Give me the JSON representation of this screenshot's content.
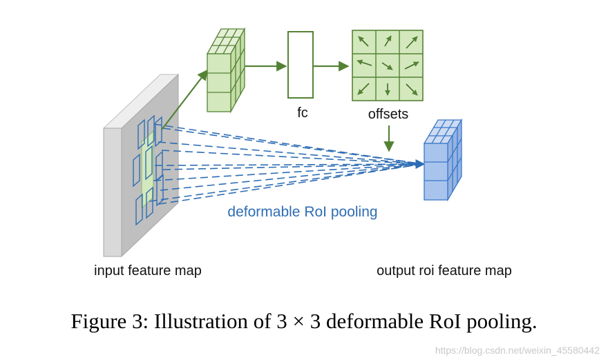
{
  "labels": {
    "fc": "fc",
    "offsets": "offsets",
    "pooling": "deformable RoI pooling",
    "input": "input feature map",
    "output": "output roi feature map"
  },
  "caption": "Figure 3: Illustration of 3 × 3 deformable RoI pooling.",
  "watermark": "https://blog.csdn.net/weixin_45580442",
  "colors": {
    "green_fill": "#d3e8bc",
    "green_stroke": "#548235",
    "blue_fill": "#a9c4ec",
    "blue_stroke": "#3a78c9",
    "gray_face": "#d9d9d9",
    "gray_side": "#bfbfbf"
  },
  "offset_arrows": [
    "north-west",
    "north-east",
    "north-east",
    "west",
    "south-east",
    "north-east",
    "south-west",
    "south",
    "south-east"
  ]
}
